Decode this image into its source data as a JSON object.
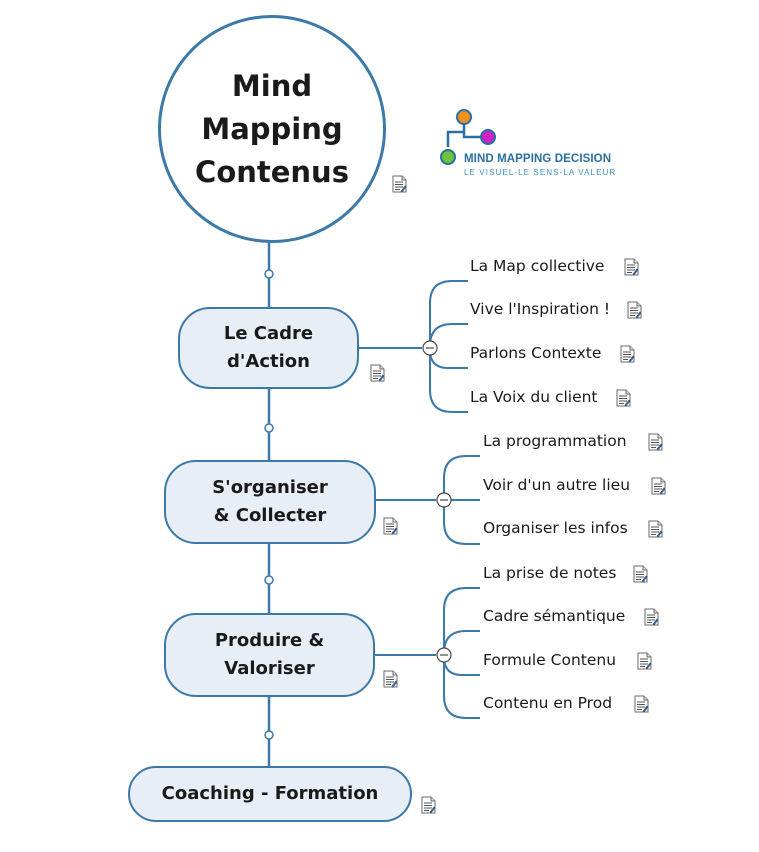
{
  "central": {
    "title": "Mind\nMapping\nContenus"
  },
  "logo": {
    "title": "MIND MAPPING DECISION",
    "tagline": "LE VISUEL-LE SENS-LA VALEUR",
    "colors": {
      "orange": "#f0901e",
      "magenta": "#d020c8",
      "green": "#6ec23c",
      "line": "#2a6fa0"
    }
  },
  "topics": [
    {
      "label": "Le Cadre\nd'Action",
      "subtopics": [
        "La Map collective",
        "Vive l'Inspiration !",
        "Parlons Contexte",
        "La Voix du client"
      ]
    },
    {
      "label": "S'organiser\n& Collecter",
      "subtopics": [
        "La programmation",
        "Voir d'un autre lieu",
        "Organiser les infos"
      ]
    },
    {
      "label": "Produire &\nValoriser",
      "subtopics": [
        "La prise de notes",
        "Cadre sémantique",
        "Formule Contenu",
        "Contenu en Prod"
      ]
    },
    {
      "label": "Coaching - Formation",
      "subtopics": []
    }
  ],
  "colors": {
    "line": "#3b79a8",
    "topic_fill": "#e8eef6",
    "text": "#1a1a1a"
  },
  "icons": {
    "note": "note-icon",
    "collapse": "collapse-toggle-icon",
    "connector": "connector-dot-icon"
  }
}
